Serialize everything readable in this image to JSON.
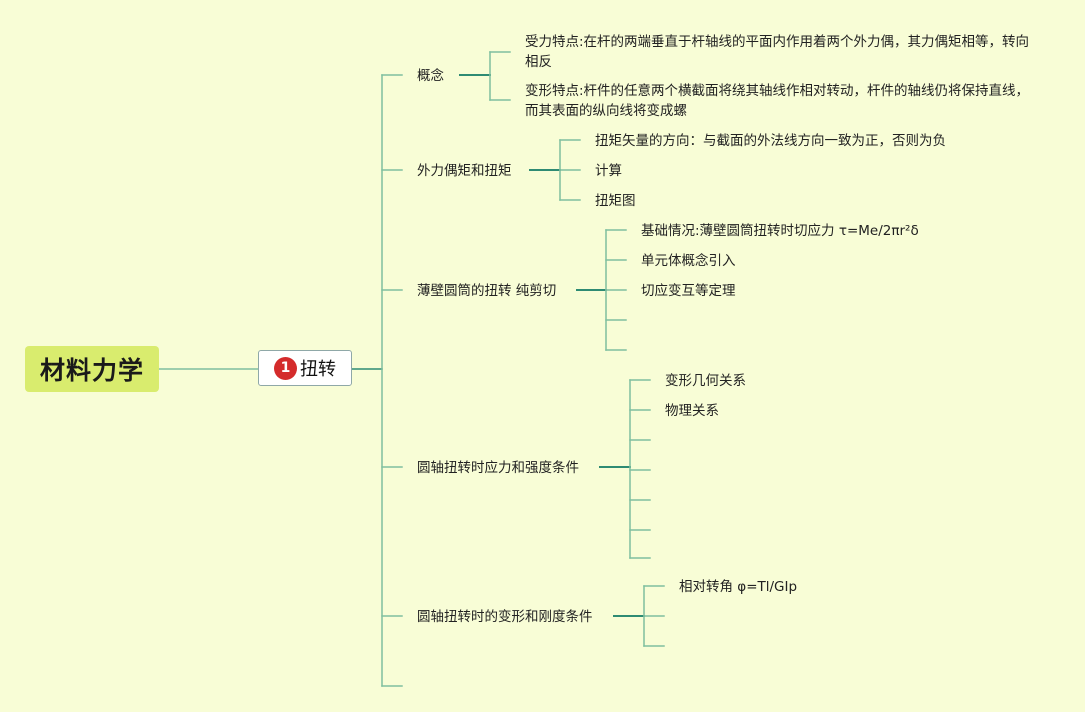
{
  "root": {
    "label": "材料力学"
  },
  "topic": {
    "badge": "1",
    "label": "扭转"
  },
  "branches": [
    {
      "label": "概念",
      "children": [
        "受力特点:在杆的两端垂直于杆轴线的平面内作用着两个外力偶，其力偶矩相等，转向相反",
        "变形特点:杆件的任意两个横截面将绕其轴线作相对转动，杆件的轴线仍将保持直线，而其表面的纵向线将变成螺"
      ]
    },
    {
      "label": "外力偶矩和扭矩",
      "children": [
        "扭矩矢量的方向：与截面的外法线方向一致为正，否则为负",
        "计算",
        "扭矩图"
      ]
    },
    {
      "label": "薄壁圆筒的扭转 纯剪切",
      "children": [
        "基础情况:薄壁圆筒扭转时切应力 τ=Me/2πr²δ",
        "单元体概念引入",
        "切应变互等定理",
        "",
        ""
      ]
    },
    {
      "label": "圆轴扭转时应力和强度条件",
      "children": [
        "变形几何关系",
        "物理关系",
        "",
        "",
        "",
        "",
        ""
      ]
    },
    {
      "label": "圆轴扭转时的变形和刚度条件",
      "children": [
        "相对转角 φ=Tl/GIp",
        "",
        ""
      ]
    },
    {
      "label": "",
      "children": []
    }
  ],
  "colors": {
    "background": "#f8fdd6",
    "root_fill": "#d9ec6e",
    "line_main": "#2e8b73",
    "line_light": "#7fbf9f",
    "badge": "#d42b2b"
  }
}
